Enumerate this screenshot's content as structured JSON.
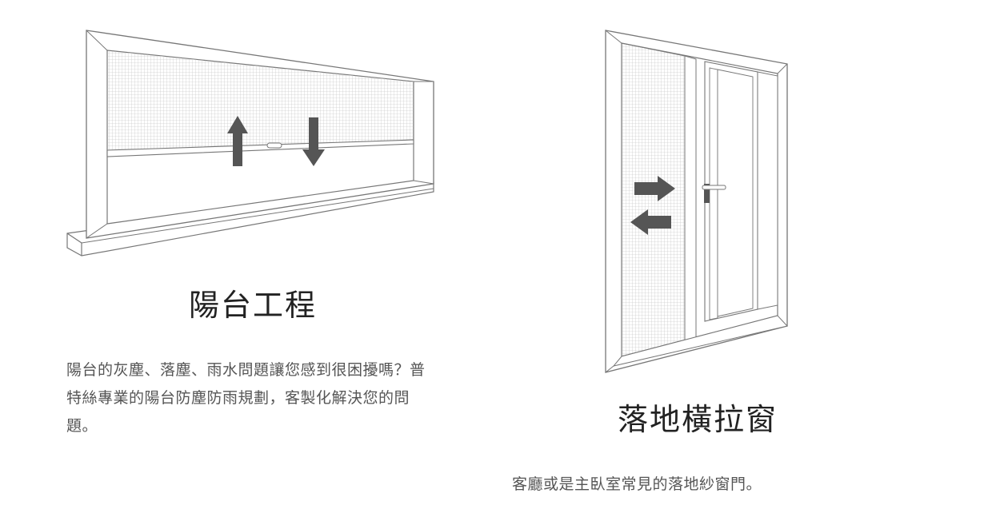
{
  "cards": [
    {
      "title": "陽台工程",
      "description": "陽台的灰塵、落塵、雨水問題讓您感到很困擾嗎？普特絲專業的陽台防塵防雨規劃，客製化解決您的問題。",
      "illustration": "balcony-screen-window-icon"
    },
    {
      "title": "落地橫拉窗",
      "description": "客廳或是主臥室常見的落地紗窗門。",
      "illustration": "sliding-screen-door-icon"
    }
  ],
  "colors": {
    "line": "#777777",
    "mesh": "#bdbdbd",
    "arrow": "#555555",
    "title": "#222222",
    "text": "#555555"
  }
}
